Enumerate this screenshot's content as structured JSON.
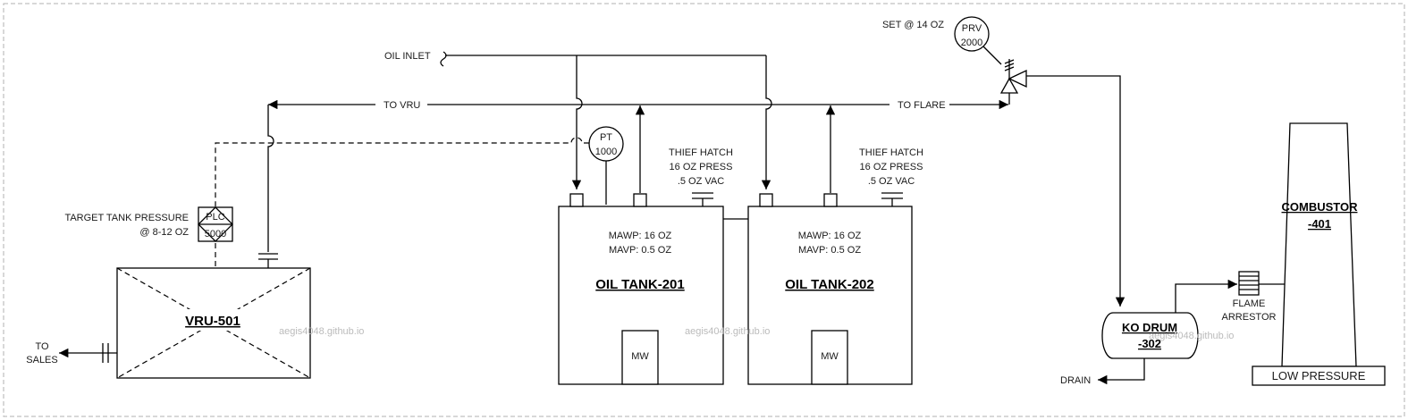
{
  "labels": {
    "oil_inlet": "OIL INLET",
    "to_vru": "TO VRU",
    "to_flare": "TO FLARE",
    "set_pressure": "SET @ 14 OZ",
    "target_line1": "TARGET TANK PRESSURE",
    "target_line2": "@ 8-12 OZ",
    "to_sales_line1": "TO",
    "to_sales_line2": "SALES",
    "drain": "DRAIN",
    "flame_arrestor_line1": "FLAME",
    "flame_arrestor_line2": "ARRESTOR"
  },
  "instruments": {
    "pt": {
      "tag": "PT",
      "number": "1000"
    },
    "prv": {
      "tag": "PRV",
      "number": "2000"
    },
    "plc": {
      "tag": "PLC",
      "number": "5000"
    }
  },
  "tanks": [
    {
      "name": "OIL TANK-201",
      "mawp": "MAWP: 16 OZ",
      "mavp": "MAVP: 0.5 OZ",
      "manway": "MW",
      "hatch_line1": "THIEF HATCH",
      "hatch_line2": "16 OZ PRESS",
      "hatch_line3": ".5 OZ VAC"
    },
    {
      "name": "OIL TANK-202",
      "mawp": "MAWP: 16 OZ",
      "mavp": "MAVP: 0.5 OZ",
      "manway": "MW",
      "hatch_line1": "THIEF HATCH",
      "hatch_line2": "16 OZ PRESS",
      "hatch_line3": ".5 OZ VAC"
    }
  ],
  "vru": {
    "name": "VRU-501"
  },
  "ko_drum": {
    "line1": "KO DRUM",
    "line2": "-302"
  },
  "combustor": {
    "line1": "COMBUSTOR",
    "line2": "-401",
    "base": "LOW PRESSURE"
  },
  "watermark": "aegis4048.github.io"
}
